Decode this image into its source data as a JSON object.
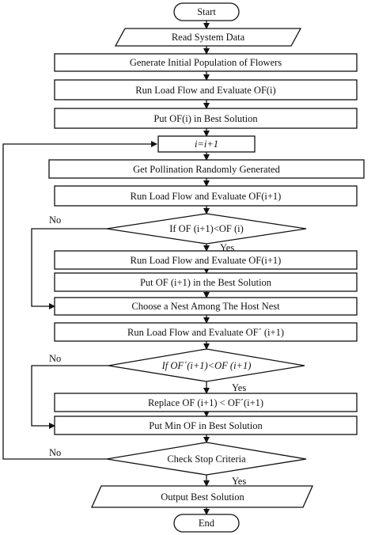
{
  "nodes": {
    "start": "Start",
    "read": "Read System Data",
    "generate": "Generate Initial Population of Flowers",
    "run1": "Run Load Flow and Evaluate OF(i)",
    "put1": "Put OF(i) in Best Solution",
    "incr": "i=i+1",
    "pollination": "Get Pollination Randomly Generated",
    "run2": "Run Load Flow and Evaluate OF(i+1)",
    "decision1": "If OF (i+1)<OF (i)",
    "run3": "Run Load Flow and Evaluate OF(i+1)",
    "put2": "Put OF (i+1) in the Best Solution",
    "nest": "Choose a Nest Among The Host Nest",
    "run4": "Run Load Flow and Evaluate OF´ (i+1)",
    "decision2": "If OF´(i+1)<OF (i+1)",
    "replace": "Replace OF (i+1) < OF´(i+1)",
    "putmin": "Put Min OF in Best Solution",
    "stop": "Check Stop Criteria",
    "output": "Output Best Solution",
    "end": "End"
  },
  "labels": {
    "yes": "Yes",
    "no": "No"
  }
}
